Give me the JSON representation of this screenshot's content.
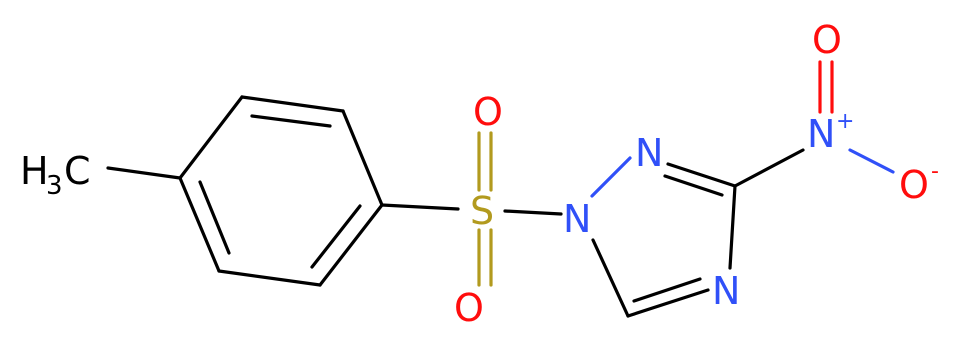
{
  "molecule": {
    "atoms": {
      "methyl_H": "H",
      "methyl_sub": "3",
      "methyl_C": "C",
      "sulfur": "S",
      "oxygen_top": "O",
      "oxygen_bottom": "O",
      "nitrogen_1": "N",
      "nitrogen_2": "N",
      "nitrogen_4": "N",
      "nitro_N": "N",
      "nitro_N_charge": "+",
      "nitro_O_top": "O",
      "nitro_O_right": "O",
      "nitro_O_charge": "-"
    },
    "colors": {
      "carbon_bond": "#000000",
      "nitrogen": "#3050F8",
      "oxygen": "#FF0D0D",
      "sulfur": "#B29A1E",
      "carbon_label": "#000000"
    }
  }
}
